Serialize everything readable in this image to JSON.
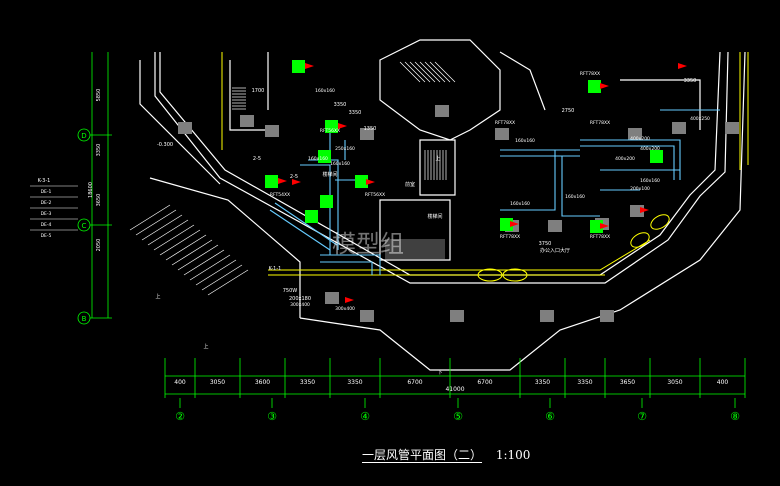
{
  "drawing": {
    "title": "一层风管平面图（二）",
    "scale": "1:100",
    "watermark": "模型组",
    "colors": {
      "background": "#000000",
      "walls": "#ffffff",
      "slab_edge": "#ffff00",
      "dims": "#00ff00",
      "ducts": "#66ccff",
      "fan_units": "#00ff00",
      "columns": "#7f7f7f",
      "arrows": "#ff0000",
      "text": "#ffffff"
    },
    "axis_bubbles_bottom": [
      "②",
      "③",
      "④",
      "⑤",
      "⑥",
      "⑦",
      "⑧"
    ],
    "axis_bubbles_left": [
      "D",
      "C",
      "B"
    ],
    "bottom_dimensions": [
      "400",
      "3050",
      "3600",
      "3350",
      "3350",
      "6700",
      "6700",
      "3350",
      "3350",
      "3650",
      "3050",
      "400"
    ],
    "overall_dimension": "41000",
    "left_dimensions": [
      "5850",
      "3350",
      "3650",
      "2050"
    ],
    "left_overall": "18600",
    "legend": {
      "tag": "K-3-1",
      "lines": [
        "DE-1",
        "DE-2",
        "DE-3",
        "DE-4",
        "DE-5"
      ]
    },
    "labels": {
      "unit_tags": [
        "RFT78XX",
        "RFT56XX",
        "RFT56XX",
        "RFT54XX",
        "RFT78XX",
        "RFT78XX",
        "RFT78XX",
        "RFT78XX"
      ],
      "duct_sizes": [
        "160x160",
        "250x160",
        "160x160",
        "160x160",
        "160x160",
        "400x200",
        "400x200",
        "400x200",
        "160x160",
        "160x160",
        "160x160",
        "400x250",
        "200x100",
        "300x400",
        "300x400"
      ],
      "room_names": [
        "楼梯间",
        "前室",
        "办公入口大厅",
        "楼梯间"
      ],
      "misc": [
        "1700",
        "3350",
        "3350",
        "3750",
        "3350",
        "2750",
        "1350",
        "-0.300",
        "K-1-1",
        "750W",
        "200x180",
        "上",
        "下",
        "上",
        "上",
        "2-5",
        "2-5"
      ]
    }
  }
}
